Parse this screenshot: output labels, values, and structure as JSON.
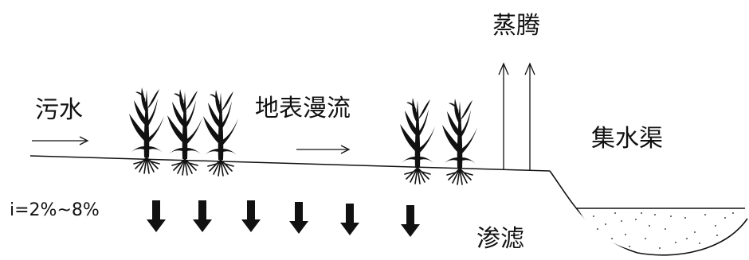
{
  "labels": {
    "sewage": "污水",
    "overland_flow": "地表漫流",
    "evaporation": "蒸腾",
    "collection_channel": "集水渠",
    "slope": "i=2%~8%",
    "infiltration": "渗滤"
  },
  "colors": {
    "ink": "#111111",
    "background": "#ffffff"
  },
  "icons": {
    "plant": "reed-plant-icon",
    "down_arrow": "infiltration-arrow-icon",
    "up_arrow": "evaporation-arrow-icon",
    "flow_arrow": "flow-arrow-icon"
  }
}
